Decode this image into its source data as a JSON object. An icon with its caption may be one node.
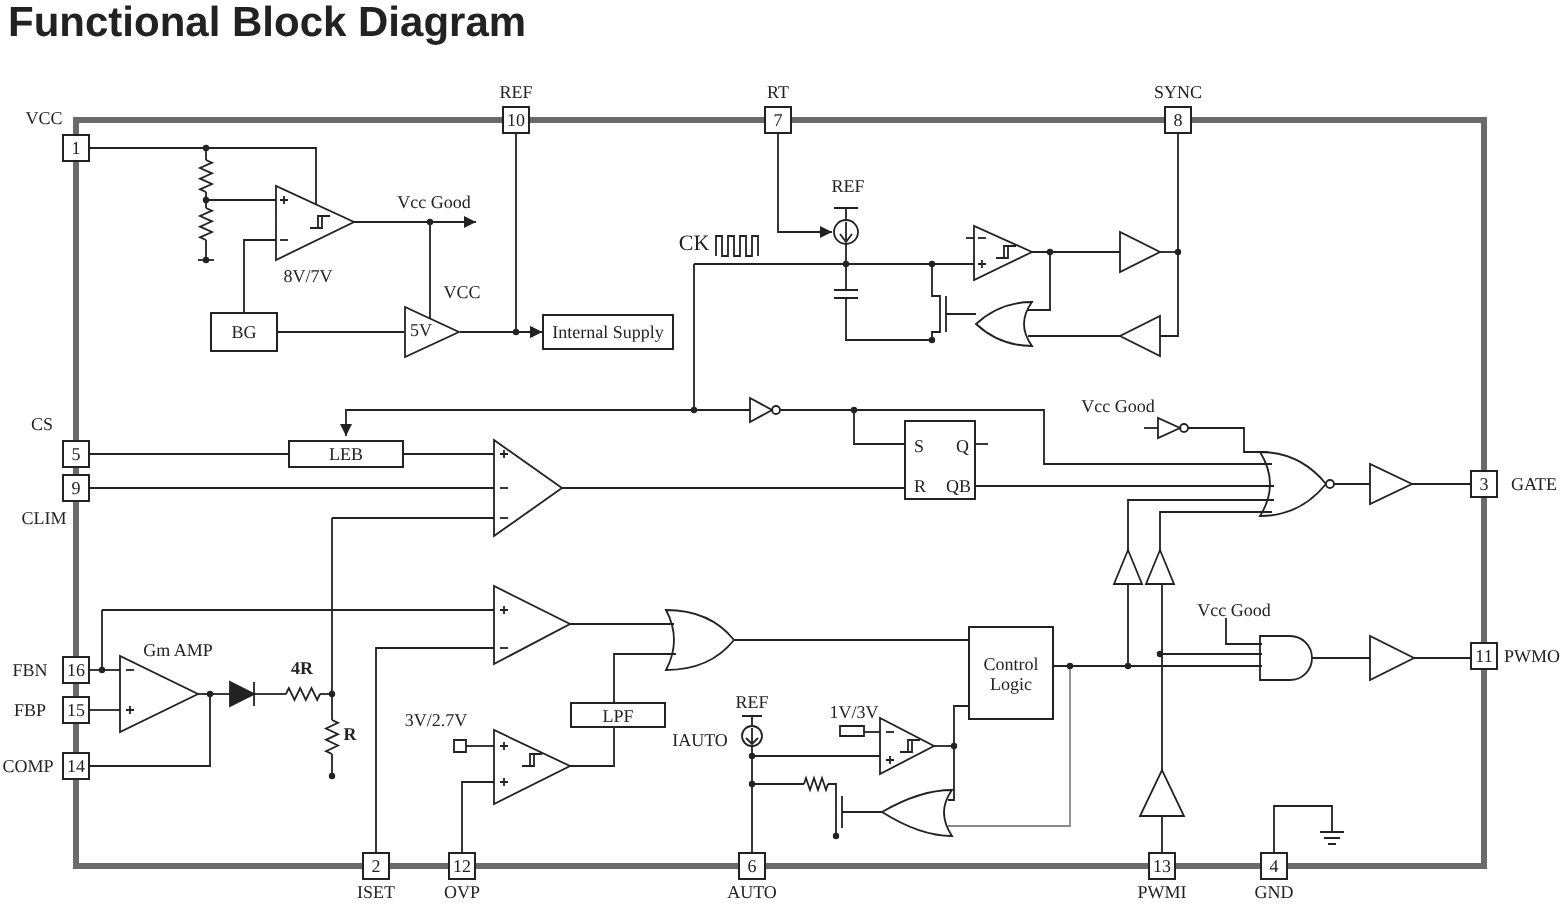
{
  "diagram": {
    "title": "Functional Block Diagram",
    "nodes": [
      {
        "text": [
          "1"
        ],
        "beside": [
          "VCC"
        ]
      },
      {
        "text": [
          "10"
        ],
        "beside": [
          "REF"
        ]
      },
      {
        "text": [
          "7"
        ],
        "beside": [
          "RT"
        ]
      },
      {
        "text": [
          "8"
        ],
        "beside": [
          "SYNC"
        ]
      },
      {
        "text": [
          "BG"
        ]
      },
      {
        "text": [
          "5V"
        ]
      },
      {
        "text": [
          "Internal Supply"
        ]
      },
      {
        "text": [
          "5"
        ],
        "beside": [
          "CS"
        ]
      },
      {
        "text": [
          "LEB"
        ]
      },
      {
        "text": [
          "S",
          "Q",
          "R",
          "QB"
        ]
      },
      {
        "text": [
          "3"
        ],
        "beside": [
          "GATE"
        ]
      },
      {
        "text": [
          "9"
        ],
        "beside": [
          "CLIM"
        ]
      },
      {
        "text": [
          "16"
        ],
        "beside": [
          "FBN"
        ]
      },
      {
        "text": [
          "15"
        ],
        "beside": [
          "FBP"
        ]
      },
      {
        "text": [
          "14"
        ],
        "beside": [
          "COMP"
        ]
      },
      {
        "text": [
          "LPF"
        ]
      },
      {
        "text": [
          "Control Logic"
        ]
      },
      {
        "text": [
          "11"
        ],
        "beside": [
          "PWMO"
        ]
      },
      {
        "text": [
          "2"
        ],
        "beside": [
          "ISET"
        ]
      },
      {
        "text": [
          "12"
        ],
        "beside": [
          "OVP"
        ]
      },
      {
        "text": [
          "6"
        ],
        "beside": [
          "AUTO"
        ]
      },
      {
        "text": [
          "13"
        ],
        "beside": [
          "PWMI"
        ]
      },
      {
        "text": [
          "4"
        ],
        "beside": [
          "GND"
        ]
      }
    ],
    "edges": [
      {
        "from": 4,
        "to": 5,
        "arrow": "none"
      },
      {
        "from": 5,
        "to": 6,
        "arrow": "to"
      },
      {
        "from": 1,
        "to": 6,
        "arrow": "to"
      },
      {
        "from": 7,
        "to": 8,
        "arrow": "none"
      }
    ],
    "labels": [
      "Vcc Good",
      "8V/7V",
      "VCC",
      "CK",
      "REF",
      "Vcc Good",
      "Gm AMP",
      "4R",
      "R",
      "3V/2.7V",
      "IAUTO",
      "REF",
      "1V/3V",
      "Vcc Good"
    ]
  }
}
